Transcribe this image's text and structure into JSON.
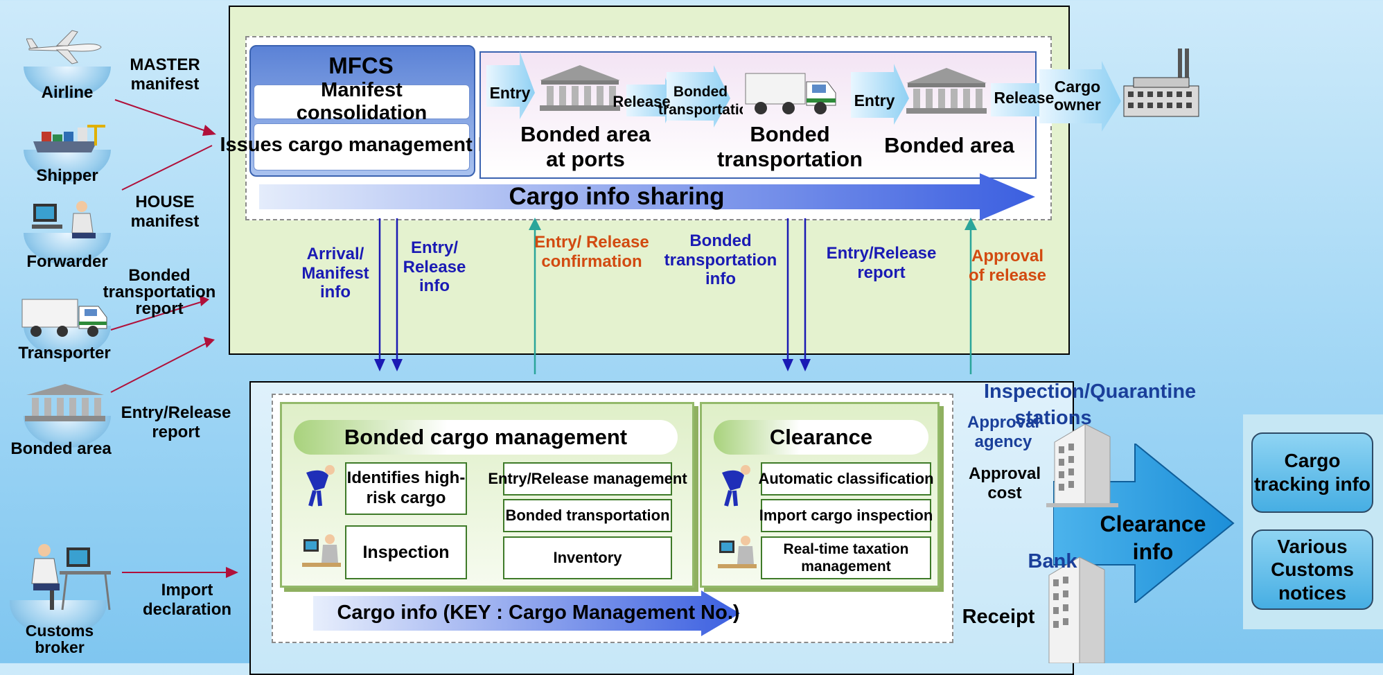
{
  "actors": {
    "airline": "Airline",
    "shipper": "Shipper",
    "forwarder": "Forwarder",
    "transporter": "Transporter",
    "bonded_area": "Bonded area",
    "customs_broker": "Customs broker"
  },
  "actor_messages": {
    "master_manifest": "MASTER manifest",
    "house_manifest": "HOUSE manifest",
    "bonded_transport_report": "Bonded transportation report",
    "entry_release_report": "Entry/Release report",
    "import_declaration": "Import declaration"
  },
  "mfcs": {
    "title": "MFCS",
    "manifest_consolidation": "Manifest consolidation",
    "issues_cargo_no": "Issues cargo management No."
  },
  "flow": {
    "entry_1": "Entry",
    "release_1": "Release",
    "bonded_transport_short": "Bonded transportation",
    "entry_2": "Entry",
    "release_2": "Release",
    "cargo_owner": "Cargo owner",
    "bonded_area_ports": "Bonded area at ports",
    "bonded_transportation": "Bonded transportation",
    "bonded_area": "Bonded area"
  },
  "sharing": "Cargo info sharing",
  "exchange": {
    "arrival_manifest": "Arrival/ Manifest info",
    "entry_release_info": "Entry/ Release info",
    "entry_release_confirmation": "Entry/ Release confirmation",
    "bonded_transport_info": "Bonded transportation info",
    "entry_release_report": "Entry/Release report",
    "approval_release": "Approval of release"
  },
  "bonded_mgmt": {
    "title": "Bonded cargo management",
    "high_risk": "Identifies high-risk cargo",
    "inspection": "Inspection",
    "entry_release_mgmt": "Entry/Release management",
    "bonded_transport": "Bonded transportation",
    "inventory": "Inventory"
  },
  "clearance": {
    "title": "Clearance",
    "auto_class": "Automatic classification",
    "import_inspection": "Import cargo inspection",
    "taxation": "Real-time taxation management"
  },
  "cargo_info_key": "Cargo info (KEY : Cargo Management No.)",
  "right": {
    "inspection_stations": "Inspection/Quarantine stations",
    "approval_agency": "Approval agency",
    "approval_cost": "Approval cost",
    "bank": "Bank",
    "receipt": "Receipt",
    "clearance_info": "Clearance info",
    "cargo_tracking": "Cargo tracking info",
    "customs_notices": "Various Customs notices"
  },
  "colors": {
    "blue_text": "#1a1ab4",
    "orange_text": "#d24a10",
    "navy_text": "#1a3f9a",
    "green_panel": "#e4f2cf",
    "red_arrow": "#b0103a",
    "teal_arrow": "#2aa59a"
  }
}
